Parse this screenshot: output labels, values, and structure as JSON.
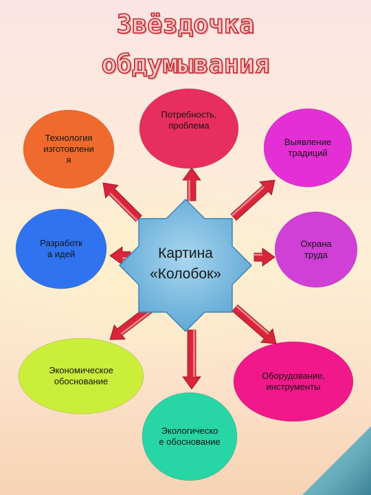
{
  "title": {
    "line1": "Звёздочка",
    "line2": "обдумывания"
  },
  "center": {
    "line1": "Картина",
    "line2": "«Колобок»",
    "color": "#7dbde0"
  },
  "nodes": [
    {
      "id": "technology",
      "lines": [
        "Технология",
        "изготовлени",
        "я"
      ],
      "color": "#ef6a2c"
    },
    {
      "id": "need",
      "lines": [
        "Потребность,",
        "проблема"
      ],
      "color": "#e82e5e"
    },
    {
      "id": "traditions",
      "lines": [
        "Выявление",
        "традиций"
      ],
      "color": "#e42fd6"
    },
    {
      "id": "ideas",
      "lines": [
        "Разработк",
        "а идей"
      ],
      "color": "#2f73f0"
    },
    {
      "id": "safety",
      "lines": [
        "Охрана",
        "труда"
      ],
      "color": "#d03fd6"
    },
    {
      "id": "economic",
      "lines": [
        "Экономическое",
        "обоснование"
      ],
      "color": "#caee3a"
    },
    {
      "id": "equipment",
      "lines": [
        "Оборудование,",
        "инструменты"
      ],
      "color": "#f0188a"
    },
    {
      "id": "ecology",
      "lines": [
        "Экологическо",
        "е обоснование"
      ],
      "color": "#28d5a4"
    }
  ],
  "arrow_color": "#d8253a"
}
